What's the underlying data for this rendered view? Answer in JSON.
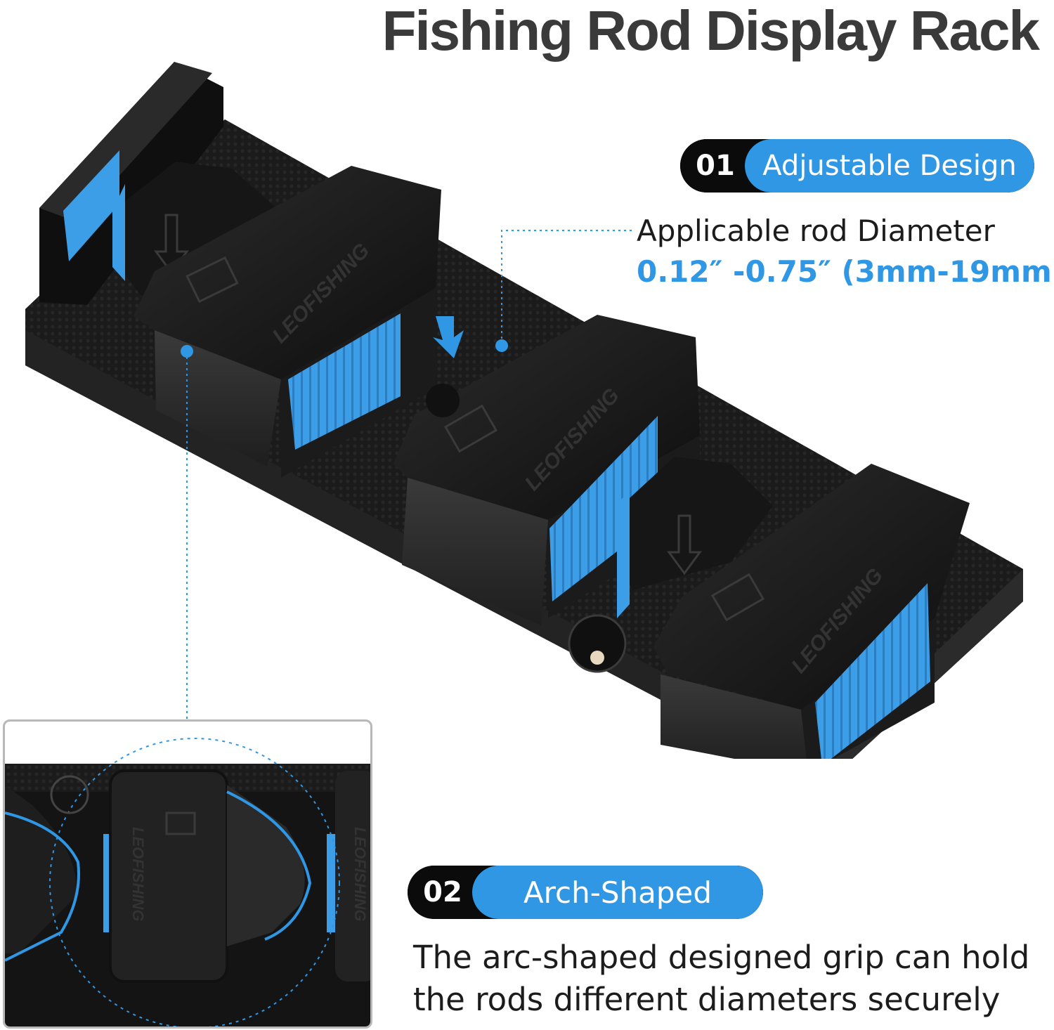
{
  "title": "Fishing Rod Display Rack",
  "features": [
    {
      "number": "01",
      "label": "Adjustable Design",
      "detail_label": "Applicable rod Diameter",
      "detail_value": "0.12″ -0.75″ (3mm-19mm)"
    },
    {
      "number": "02",
      "label": "Arch-Shaped",
      "description_lines": [
        "The arc-shaped designed grip can hold",
        "the rods different diameters securely"
      ]
    }
  ],
  "brand_mark": "LEOFISHING",
  "colors": {
    "accent": "#2f97e4",
    "pill_dark": "#0b0b0b",
    "title": "#3a3a3a",
    "product_black": "#1a1a1a",
    "product_blue": "#3d9ee8"
  },
  "icons": [
    "arrow-down-icon",
    "logo-mark-icon",
    "screw-hole-icon"
  ]
}
